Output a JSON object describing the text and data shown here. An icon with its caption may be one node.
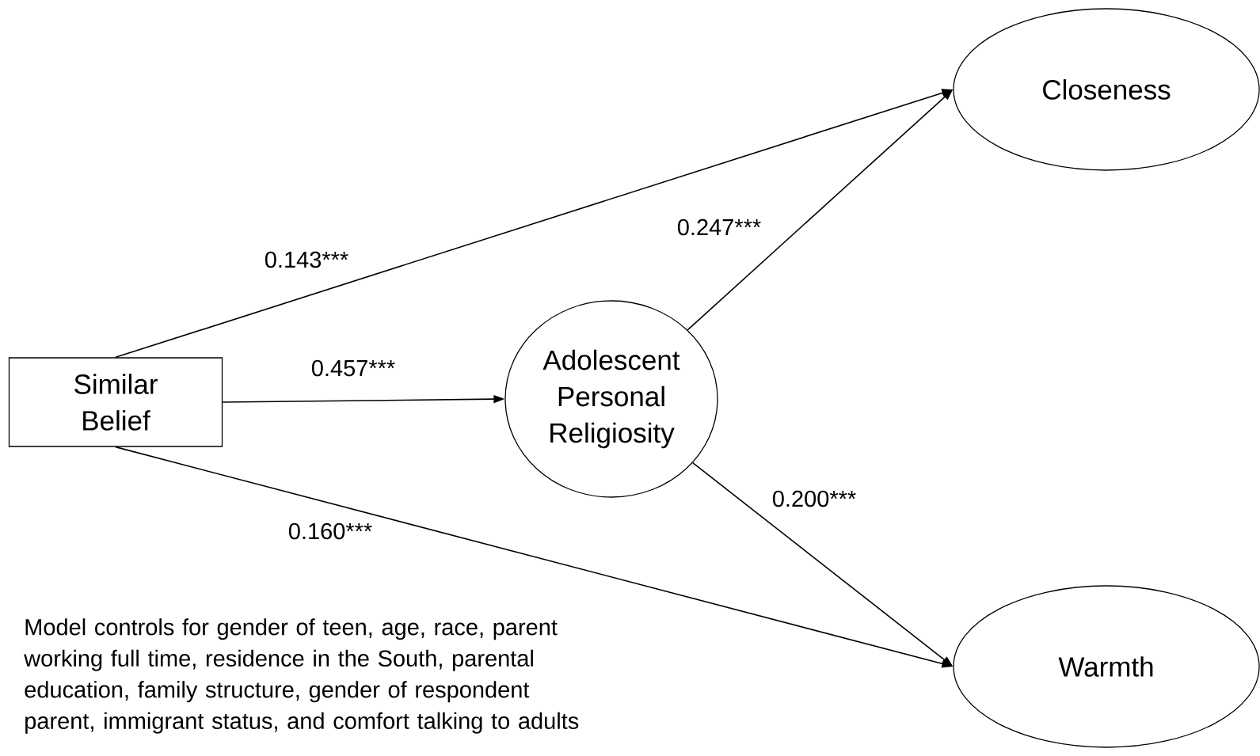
{
  "diagram": {
    "nodes": [
      {
        "text": [
          "Similar Belief"
        ]
      },
      {
        "text": [
          "Adolescent Personal Religiosity"
        ]
      },
      {
        "text": [
          "Closeness"
        ]
      },
      {
        "text": [
          "Warmth"
        ]
      }
    ],
    "edges": [
      {
        "from": 0,
        "to": 2,
        "arrow": "to",
        "label": "0.143***"
      },
      {
        "from": 0,
        "to": 1,
        "arrow": "to",
        "label": "0.457***"
      },
      {
        "from": 0,
        "to": 3,
        "arrow": "to",
        "label": "0.160***"
      },
      {
        "from": 1,
        "to": 2,
        "arrow": "to",
        "label": "0.247***"
      },
      {
        "from": 1,
        "to": 3,
        "arrow": "to",
        "label": "0.200***"
      }
    ],
    "labels": [
      "Model controls for gender of teen, age, race, parent working full time, residence in the South, parental education, family structure, gender of respondent parent, immigrant status, and comfort talking to adults"
    ]
  }
}
